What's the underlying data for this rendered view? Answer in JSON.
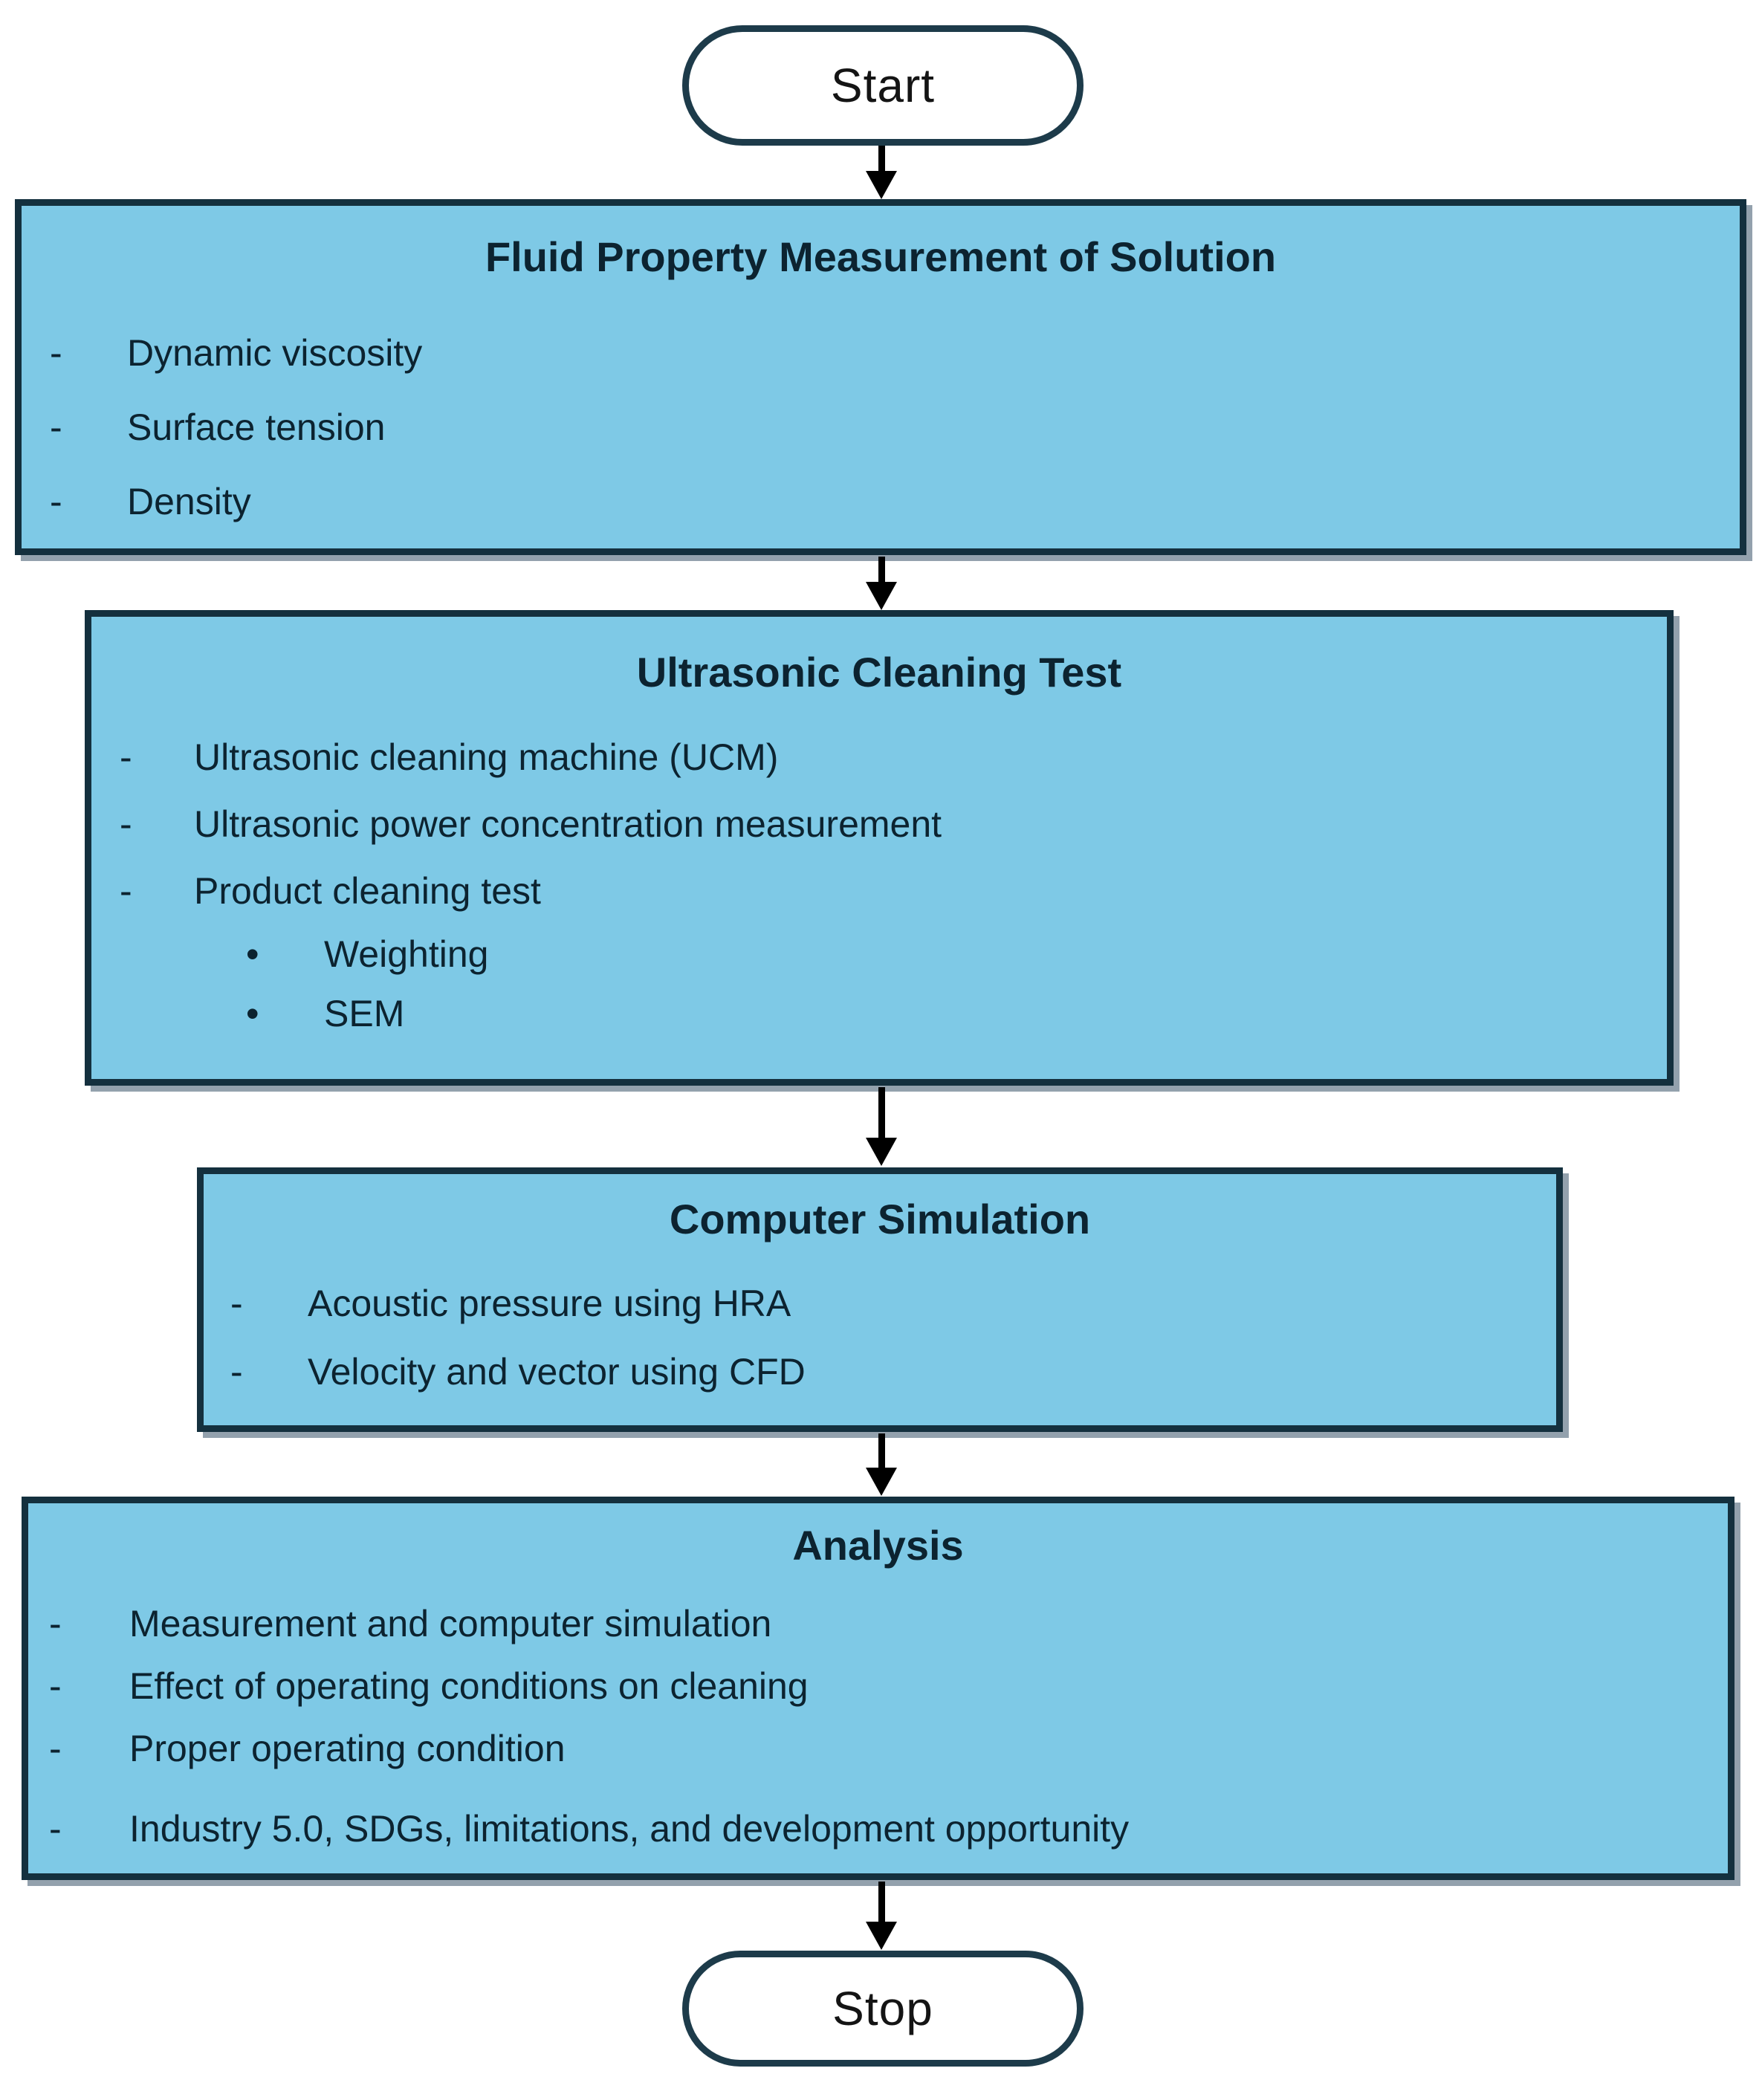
{
  "diagram": {
    "type": "flowchart",
    "terminals": {
      "start_label": "Start",
      "stop_label": "Stop"
    },
    "boxes": [
      {
        "title": "Fluid Property Measurement of Solution",
        "items": [
          {
            "marker": "-",
            "text": "Dynamic viscosity",
            "level": 1
          },
          {
            "marker": "-",
            "text": "Surface tension",
            "level": 1
          },
          {
            "marker": "-",
            "text": "Density",
            "level": 1
          }
        ]
      },
      {
        "title": "Ultrasonic Cleaning Test",
        "items": [
          {
            "marker": "-",
            "text": "Ultrasonic cleaning machine (UCM)",
            "level": 1
          },
          {
            "marker": "-",
            "text": "Ultrasonic power concentration measurement",
            "level": 1
          },
          {
            "marker": "-",
            "text": "Product cleaning test",
            "level": 1
          },
          {
            "marker": "•",
            "text": "Weighting",
            "level": 2
          },
          {
            "marker": "•",
            "text": "SEM",
            "level": 2
          }
        ]
      },
      {
        "title": "Computer Simulation",
        "items": [
          {
            "marker": "-",
            "text": "Acoustic pressure using HRA",
            "level": 1
          },
          {
            "marker": "-",
            "text": "Velocity and vector using CFD",
            "level": 1
          }
        ]
      },
      {
        "title": "Analysis",
        "items": [
          {
            "marker": "-",
            "text": "Measurement and computer simulation",
            "level": 1
          },
          {
            "marker": "-",
            "text": "Effect of operating conditions on cleaning",
            "level": 1
          },
          {
            "marker": "-",
            "text": "Proper operating condition",
            "level": 1
          },
          {
            "marker": "-",
            "text": "Industry 5.0, SDGs, limitations, and development opportunity",
            "level": 1
          }
        ]
      }
    ],
    "colors": {
      "box_fill": "#7ec9e6",
      "box_border": "#14303e",
      "box_shadow": "#93a1ad",
      "terminal_fill": "#ffffff",
      "terminal_border": "#1d3b4a",
      "arrow_color": "#000000",
      "text_color": "#0c2330",
      "page_bg": "#ffffff"
    }
  }
}
